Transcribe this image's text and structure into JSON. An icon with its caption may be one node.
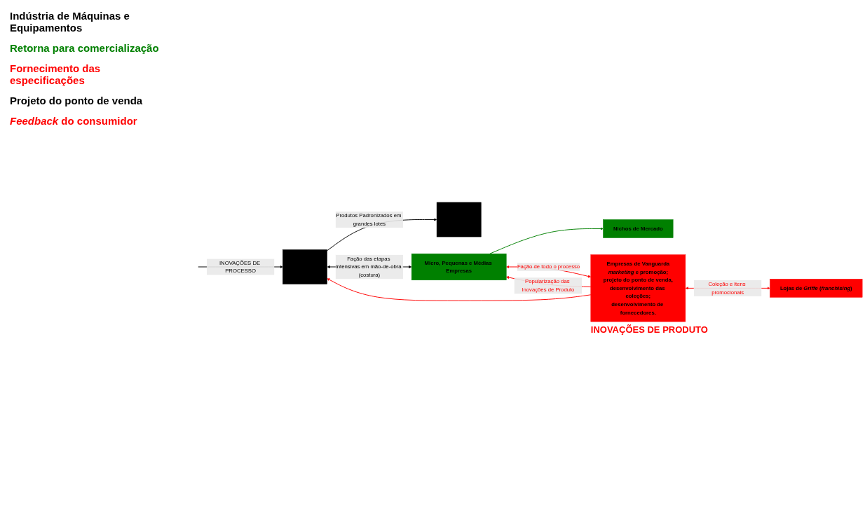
{
  "diagram": {
    "nodes": [
      {
        "text": [],
        "shape": "box"
      },
      {
        "text": [],
        "shape": "box"
      },
      {
        "text": [
          "Micro, Pequenas e Médias Empresas"
        ]
      },
      {
        "text": [
          "Nichos de Mercado"
        ]
      },
      {
        "text": [
          "Empresas de Vanguarda",
          "*marketing* e promoção;",
          "projeto do ponto de venda,",
          "desenvolvimento das coleções;",
          "desenvolvimento de fornecedores."
        ],
        "beside": [
          "INOVAÇÕES DE PRODUTO"
        ]
      },
      {
        "text": [
          "Lojas de *Griffe* (*franchising*)"
        ]
      }
    ],
    "edges": [
      {
        "from": null,
        "to": 0,
        "arrow": "to",
        "color": "#000000",
        "label": "INOVAÇÕES DE PROCESSO"
      },
      {
        "from": 0,
        "to": 1,
        "arrow": "to",
        "color": "#000000",
        "label": "Produtos Padronizados em grandes lotes"
      },
      {
        "from": 0,
        "to": 2,
        "arrow": "both",
        "color": "#000000",
        "label": "Fação das etapas intensivas em mão-de-obra (costura)"
      },
      {
        "from": 4,
        "to": 0,
        "arrow": "to",
        "color": "#ff0000"
      },
      {
        "from": 4,
        "to": 2,
        "arrow": "to",
        "color": "#ff0000",
        "label": "Popularização das Inovações de Produto"
      },
      {
        "from": 2,
        "to": 3,
        "arrow": "to",
        "color": "#008000"
      },
      {
        "from": 2,
        "to": 4,
        "arrow": "both",
        "color": "#ff0000",
        "label": "Fação de todo o processo"
      },
      {
        "from": 4,
        "to": 5,
        "arrow": "both",
        "color": "#ff0000",
        "label": "Coleção e itens promocionais"
      }
    ],
    "labels": [
      "Indústria de Máquinas e Equipamentos",
      "Retorna para comercialização",
      "Fornecimento das especificações",
      "Projeto do ponto de venda",
      "*Feedback* do consumidor"
    ]
  }
}
